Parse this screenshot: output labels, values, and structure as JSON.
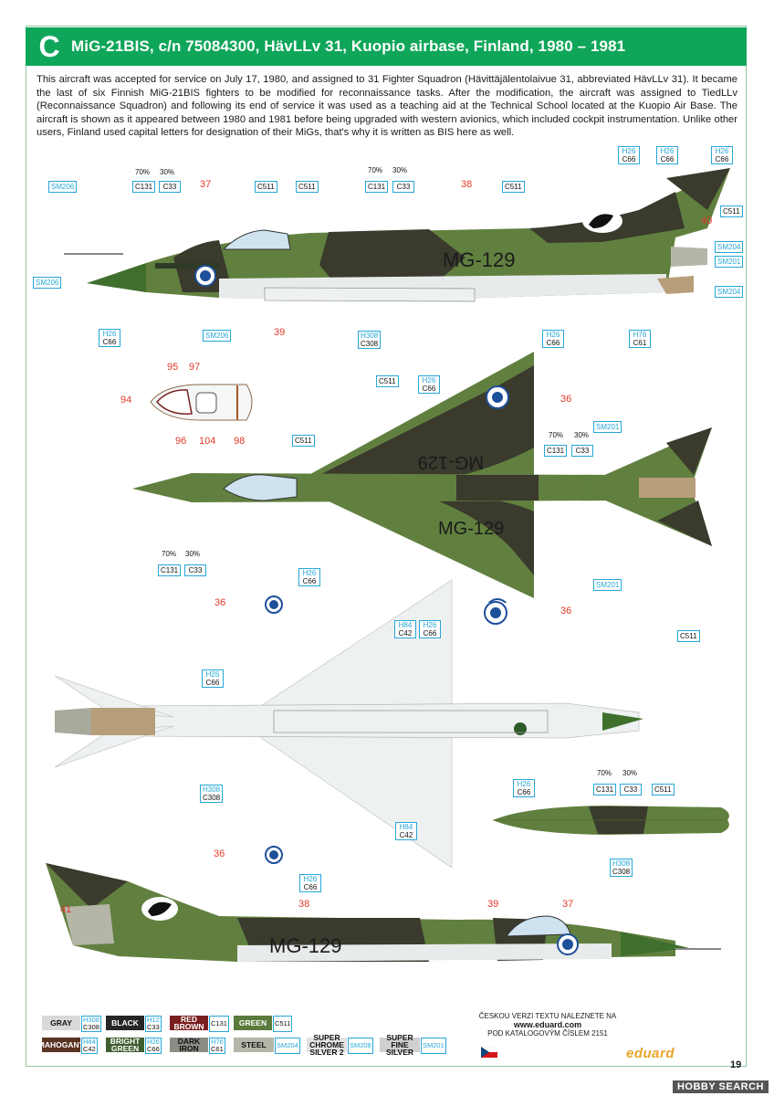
{
  "header": {
    "letter": "C",
    "title": "MiG-21BIS, c/n 75084300, HävLLv 31, Kuopio airbase, Finland, 1980 – 1981"
  },
  "description": "This aircraft was accepted for service on July 17, 1980, and assigned to 31 Fighter Squadron (Hävittäjälentolaivue 31, abbreviated HävLLv 31). It became the last of six Finnish MiG-21BIS fighters to be modified for reconnaissance tasks. After the modification, the aircraft was assigned to TiedLLv (Reconnaissance Squadron) and following its end of service it was used as a teaching aid at the Technical School located at the Kuopio Air Base. The aircraft is shown as it appeared between 1980 and 1981 before being upgraded with western avionics, which included cockpit instrumentation. Unlike other users, Finland used capital letters for designation of their MiGs, that's why it is written as BIS here as well.",
  "codes": {
    "sm206": "SM206",
    "sm204": "SM204",
    "sm201": "SM201",
    "h26": "H26",
    "c66": "C66",
    "h308": "H308",
    "c308": "C308",
    "h76": "H76",
    "c61": "C61",
    "h84": "H84",
    "c42": "C42",
    "c131": "C131",
    "c33": "C33",
    "c511": "C511",
    "p70": "70%",
    "p30": "30%"
  },
  "numbers": {
    "n36": "36",
    "n37": "37",
    "n38": "38",
    "n39": "39",
    "n40": "40",
    "n41": "41",
    "n94": "94",
    "n95": "95",
    "n96": "96",
    "n97": "97",
    "n98": "98",
    "n104": "104"
  },
  "serial": "MG-129",
  "legend": [
    {
      "name": "GRAY",
      "h": "H308",
      "c": "C308",
      "bg": "#d9d9d9",
      "fg": "#111"
    },
    {
      "name": "BLACK",
      "h": "H12",
      "c": "C33",
      "bg": "#262626",
      "fg": "#fff"
    },
    {
      "name": "RED BROWN",
      "c": "C131",
      "bg": "#7a1f1f",
      "fg": "#fff"
    },
    {
      "name": "GREEN",
      "c": "C511",
      "bg": "#5b7b3c",
      "fg": "#fff"
    },
    {
      "name": "MAHOGANY",
      "h": "H84",
      "c": "C42",
      "bg": "#5a3323",
      "fg": "#fff"
    },
    {
      "name": "BRIGHT GREEN",
      "h": "H26",
      "c": "C66",
      "bg": "#3f5e30",
      "fg": "#fff"
    },
    {
      "name": "DARK IRON",
      "h": "H76",
      "c": "C61",
      "bg": "#8c8c84",
      "fg": "#111"
    },
    {
      "name": "STEEL",
      "sm": "SM204",
      "bg": "#b5b5a8",
      "fg": "#111"
    },
    {
      "name": "SUPER CHROME SILVER 2",
      "sm": "SM206",
      "bg": "#e3e3e3",
      "fg": "#111"
    },
    {
      "name": "SUPER FINE SILVER",
      "sm": "SM201",
      "bg": "#cfcfcf",
      "fg": "#111"
    }
  ],
  "czech": {
    "line1": "ČESKOU VERZI TEXTU NALEZNETE NA",
    "url": "www.eduard.com",
    "line2": "POD KATALOGOVÝM ČÍSLEM 2151"
  },
  "logo": "eduard",
  "page_number": "19",
  "watermark": "HOBBY SEARCH"
}
